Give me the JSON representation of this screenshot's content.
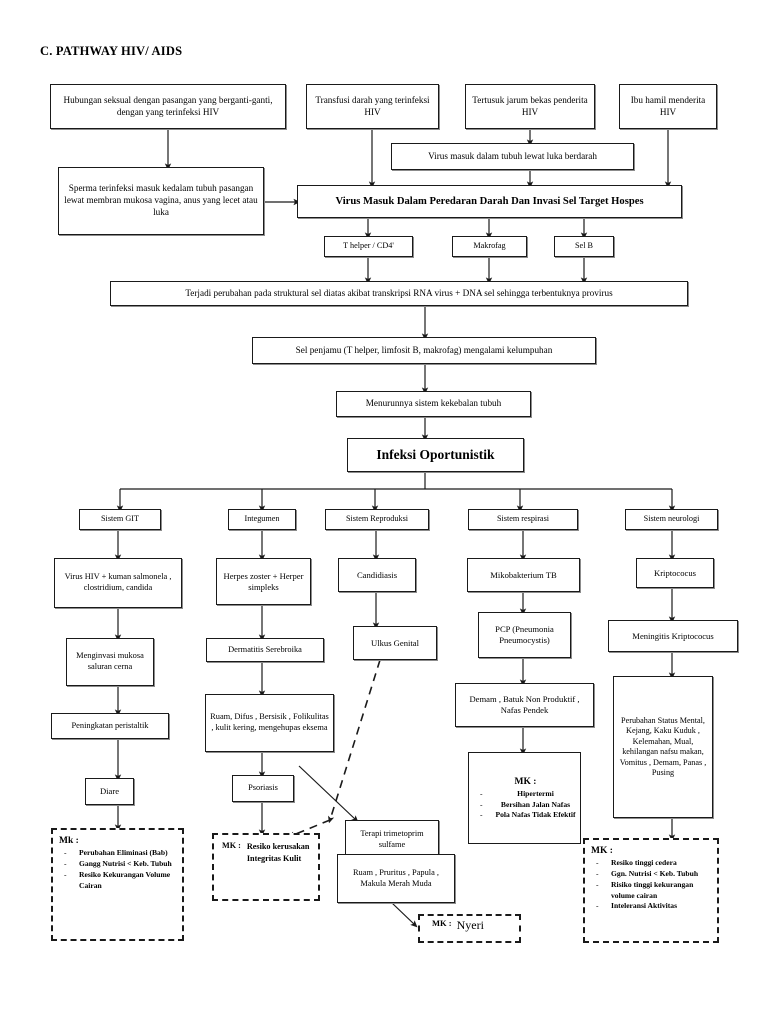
{
  "title": "C. PATHWAY HIV/ AIDS",
  "nodes": {
    "n_sexual": "Hubungan seksual dengan pasangan yang berganti-ganti, dengan yang terinfeksi HIV",
    "n_transfusi": "Transfusi darah yang terinfeksi HIV",
    "n_jarum": "Tertusuk jarum bekas penderita HIV",
    "n_ibuhamil": "Ibu hamil menderita HIV",
    "n_luka": "Virus  masuk dalam tubuh lewat luka berdarah",
    "n_sperma": "Sperma terinfeksi masuk kedalam tubuh pasangan lewat membran mukosa vagina, anus yang lecet atau luka",
    "n_peredaran": "Virus Masuk Dalam Peredaran Darah Dan Invasi Sel Target Hospes",
    "n_thelper": "T helper / CD4'",
    "n_makrofag": "Makrofag",
    "n_selb": "Sel B",
    "n_provirus": "Terjadi perubahan pada struktural sel diatas akibat transkripsi RNA virus + DNA sel sehingga terbentuknya provirus",
    "n_penjamu": "Sel penjamu (T helper, limfosit B, makrofag) mengalami kelumpuhan",
    "n_imun": "Menurunnya sistem kekebalan tubuh",
    "n_infeksi": "Infeksi Oportunistik",
    "n_git": "Sistem GIT",
    "n_integumen": "Integumen",
    "n_reproduksi": "Sistem Reproduksi",
    "n_respirasi": "Sistem respirasi",
    "n_neurologi": "Sistem neurologi",
    "n_kuman": "Virus HIV + kuman salmonela , clostridium, candida",
    "n_menginvasi": "Menginvasi mukosa saluran cerna",
    "n_peristaltik": "Peningkatan peristaltik",
    "n_diare": "Diare",
    "n_herpes": "Herpes zoster + Herper simpleks",
    "n_dermatitis": "Dermatitis Serebroika",
    "n_ruam1": "Ruam, Difus , Bersisik , Folikulitas , kulit kering, mengehupas eksema",
    "n_psoriasis": "Psoriasis",
    "n_candidiasis": "Candidiasis",
    "n_ulkus": "Ulkus  Genital",
    "n_terapi": "Terapi trimetoprim sulfame",
    "n_ruam2": "Ruam , Pruritus , Papula , Makula Merah Muda",
    "n_mikobakterium": "Mikobakterium TB",
    "n_pcp": "PCP (Pneumonia Pneumocystis)",
    "n_demam": "Demam , Batuk Non Produktif , Nafas Pendek",
    "n_kriptococus": "Kriptococus",
    "n_meningitis": "Meningitis Kriptococus",
    "n_status": "Perubahan Status Mental, Kejang, Kaku Kuduk , Kelemahan, Mual, kehilangan nafsu makan, Vomitus , Demam, Panas , Pusing"
  },
  "mk_git": {
    "head": "Mk :",
    "items": [
      "Perubahan Eliminasi (Bab)",
      "Gangg Nutrisi < Keb. Tubuh",
      "Resiko Kekurangan Volume Cairan"
    ]
  },
  "mk_kulit": {
    "head": "MK :",
    "body": "Resiko kerusakan Integritas Kulit"
  },
  "mk_nyeri": {
    "head": "MK :",
    "value": "Nyeri"
  },
  "mk_respirasi": {
    "head": "MK :",
    "items": [
      "Hipertermi",
      "Bersihan Jalan Nafas",
      "Pola Nafas Tidak Efektif"
    ]
  },
  "mk_neuro": {
    "head": "MK :",
    "items": [
      "Resiko tinggi cedera",
      "Ggn. Nutrisi < Keb. Tubuh",
      "Risiko tinggi kekurangan volume cairan",
      "Inteleransi Aktivitas"
    ]
  },
  "colors": {
    "line": "#1a1a1a",
    "border": "#1a1a1a",
    "shadow": "#8c8c8c",
    "background": "#ffffff"
  }
}
